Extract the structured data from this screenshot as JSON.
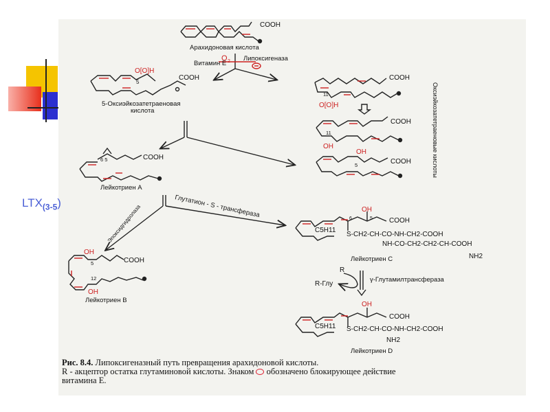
{
  "slide": {
    "accent_colors": {
      "yellow": "#f5c400",
      "red": "#e8301c",
      "blue": "#2b2fd0",
      "label_blue": "#4a5fd6",
      "bond_red": "#cc1f1f"
    },
    "side_label": {
      "main": "LTX",
      "sub": "(3-5",
      "close": ")"
    }
  },
  "diagram": {
    "top_compound": {
      "cooh": "COOH",
      "name": "Арахидоновая   кислота"
    },
    "vitamin_label": "Витамин Е",
    "o2_label": "O",
    "o2_sub": "2",
    "enzyme_lipoxygenase": "Липоксигеназа",
    "hydroperoxide_5": {
      "group": "O[O]H",
      "position": "5",
      "cooh": "COOH",
      "name_line1": "5-Оксиэйкозатетраеновая",
      "name_line2": "кислота"
    },
    "right_branch": {
      "compound1": {
        "cooh": "COOH",
        "position": "11",
        "group": "O[O]H"
      },
      "compound2": {
        "cooh": "COOH",
        "position": "11",
        "group": "OH"
      },
      "compound3": {
        "cooh": "COOH",
        "group": "OH",
        "position": "5"
      },
      "vertical_label": "Оксиэйкозатетраеновые кислоты"
    },
    "leukotriene_a": {
      "positions": "6 5",
      "cooh": "COOH",
      "name": "Лейкотриен А"
    },
    "enzyme_glutathione": "Глутатион - S - трансфераза",
    "enzyme_epoxide_hydrolase": "Эпоксидгидролаза",
    "leukotriene_b": {
      "oh_top": "OH",
      "pos_5": "5",
      "cooh": "COOH",
      "pos_12": "12",
      "oh_bottom": "OH",
      "name": "Лейкотриен В"
    },
    "leukotriene_c": {
      "oh": "OH",
      "pos6": "6",
      "pos5": "5",
      "cooh": "COOH",
      "c5h11": "C5H11",
      "chain1": "S-CH2-CH-CO-NH-CH2-COOH",
      "chain2": "NH-CO-CH2-CH2-CH-COOH",
      "nh2": "NH2",
      "name": "Лейкотриен С"
    },
    "gamma_step": {
      "r": "R",
      "r_glu": "R-Глу",
      "enzyme": "γ-Глутамилтрансфераза"
    },
    "leukotriene_d": {
      "oh": "OH",
      "cooh": "COOH",
      "c5h11": "C5H11",
      "chain": "S-CH2-CH-CO-NH-CH2-COOH",
      "nh2": "NH2",
      "name": "Лейкотриен D"
    }
  },
  "caption": {
    "title_bold": "Рис. 8.4.",
    "title": " Липоксигеназный путь превращения арахидоновой кислоты.",
    "line2_start": "R - акцептор остатка глутаминовой кислоты. Знаком",
    "line2_end": " обозначено блокирующее действие",
    "line3": "витамина Е."
  }
}
